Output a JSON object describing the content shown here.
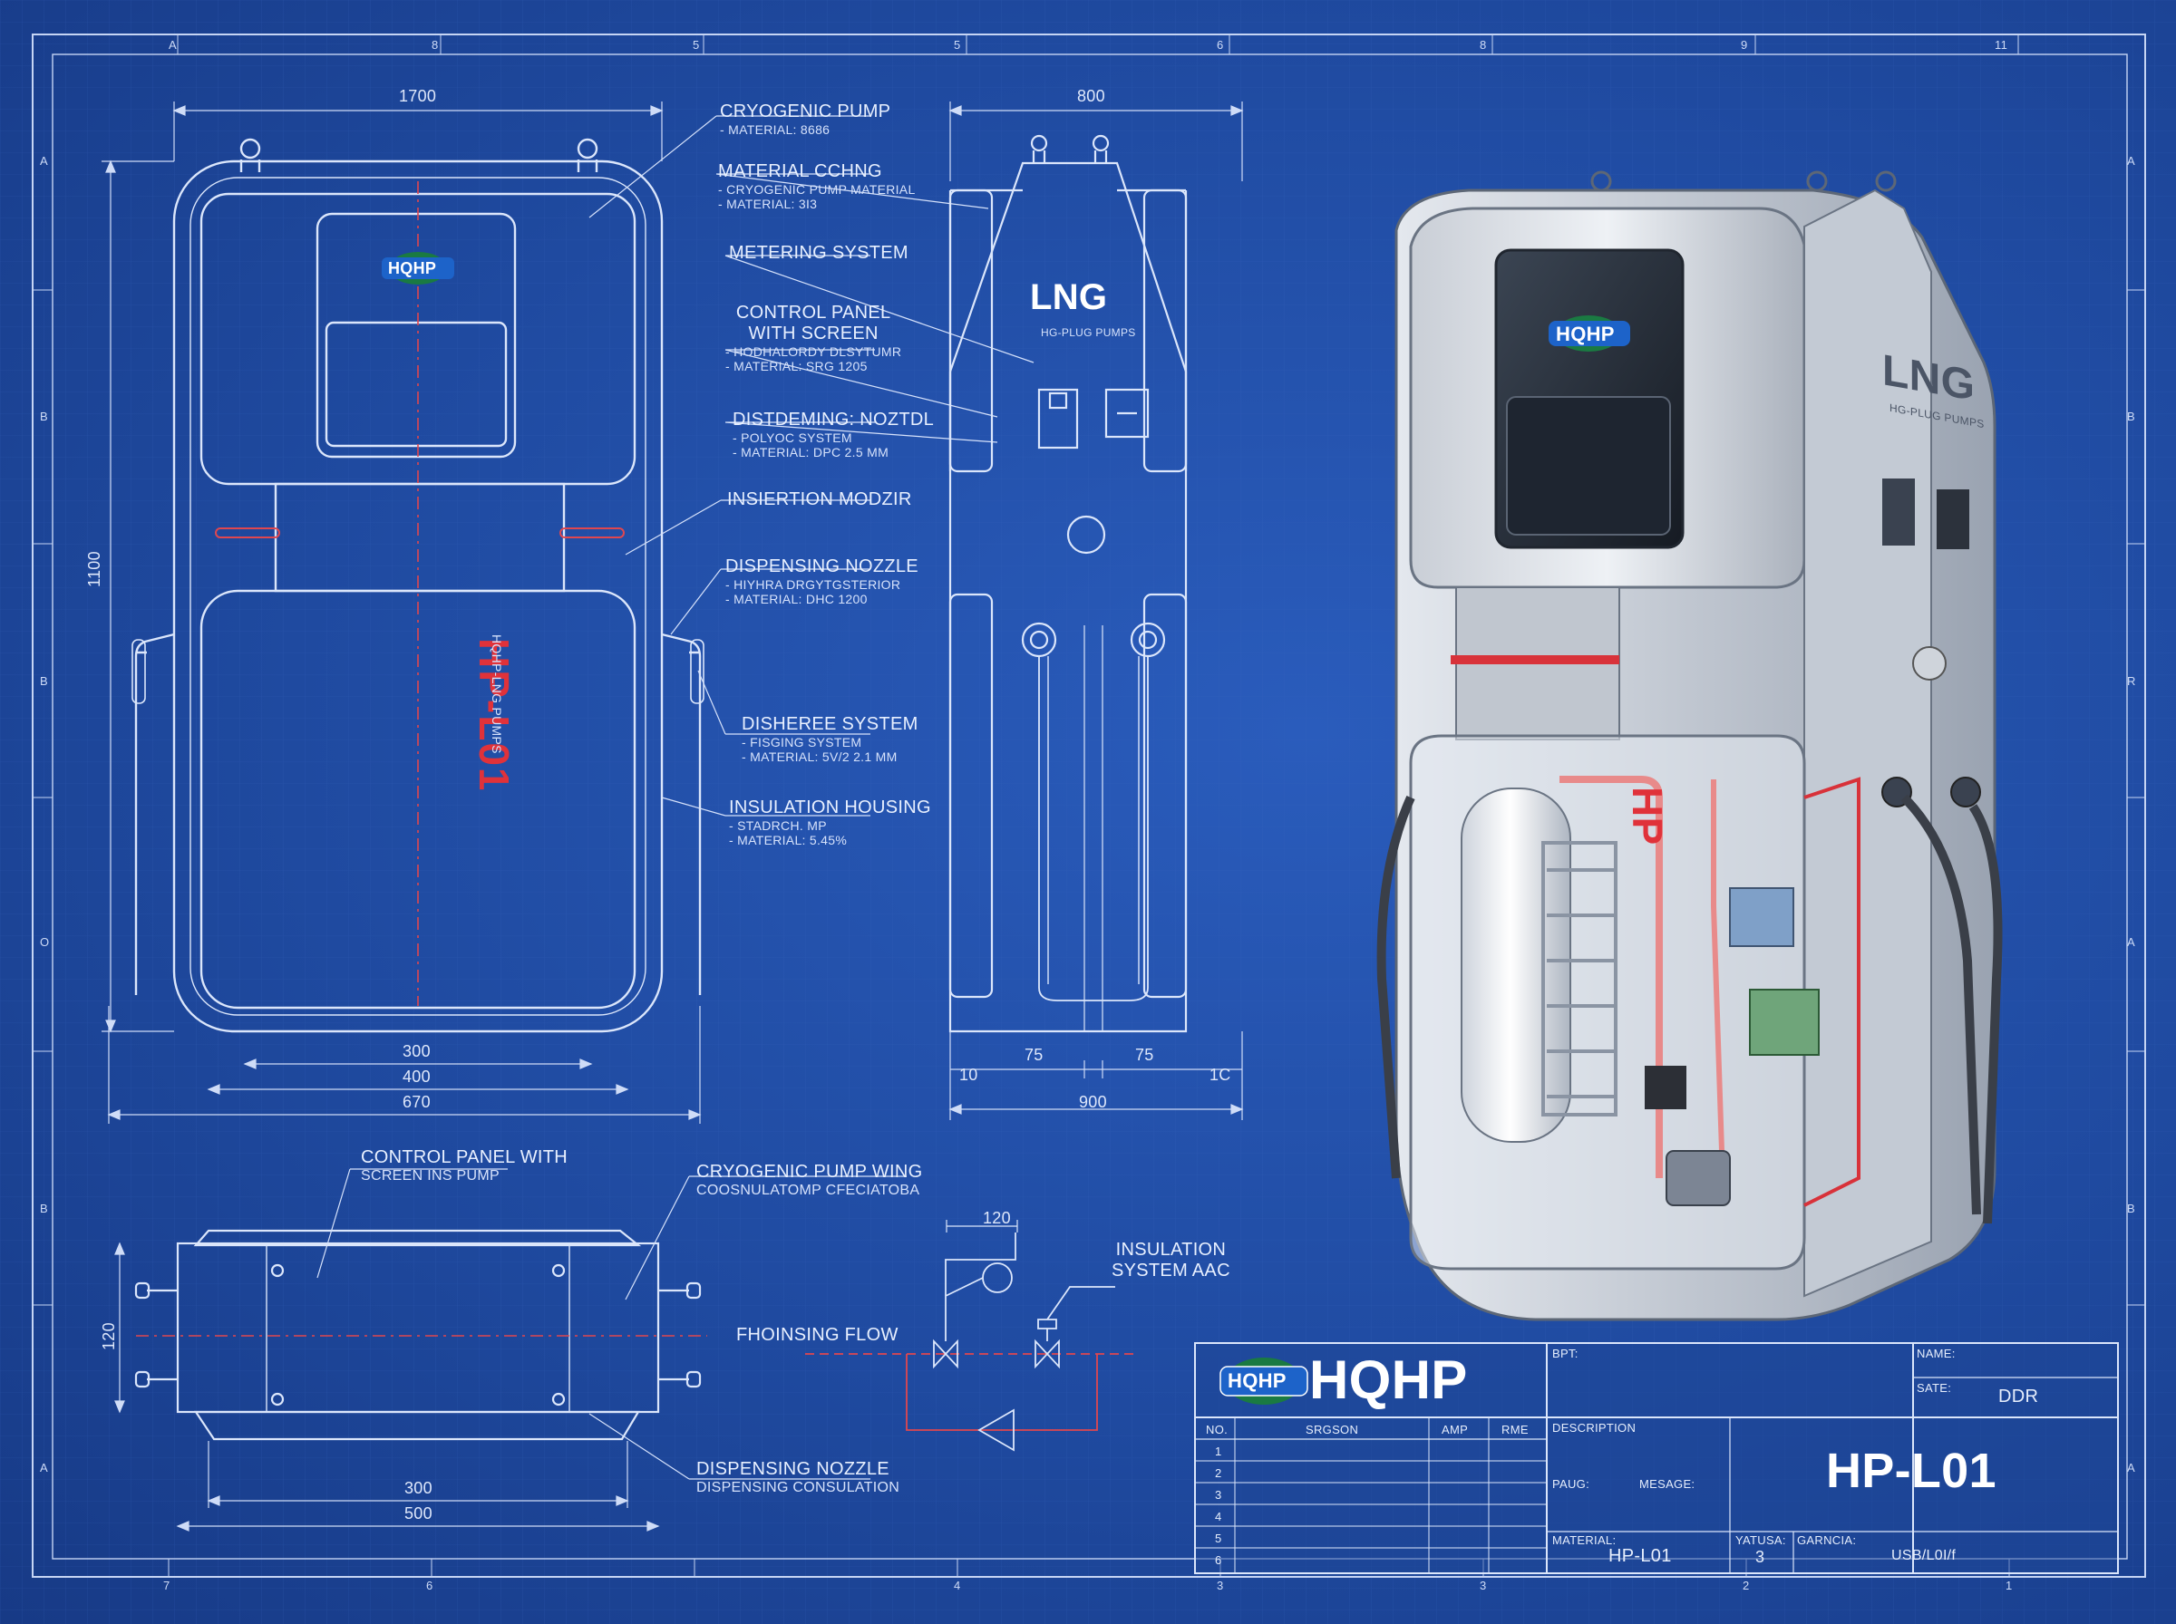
{
  "border": {
    "top": [
      "A",
      "8",
      "5",
      "5",
      "6",
      "8",
      "9",
      "11"
    ],
    "bottom": [
      "7",
      "6",
      "4",
      "3",
      "3",
      "2",
      "1"
    ],
    "left": [
      "A",
      "B",
      "B",
      "O",
      "B",
      "A"
    ],
    "right": [
      "A",
      "B",
      "R",
      "A",
      "B",
      "A"
    ]
  },
  "front_view": {
    "logo": "HQHP",
    "model": "HP-L01",
    "model_sub": "HQHP-LNG PUMPS",
    "dims": {
      "width_top": "1700",
      "height": "1100",
      "base_1": "300",
      "base_2": "400",
      "base_3": "670"
    }
  },
  "callouts": [
    {
      "title": "CRYOGENIC PUMP",
      "lines": [
        "- MATERIAL: 8686"
      ]
    },
    {
      "title": "MATERIAL CCHNG",
      "lines": [
        "- CRYOGENIC PUMP MATERIAL",
        "- MATERIAL: 3I3"
      ]
    },
    {
      "title": "METERING SYSTEM",
      "lines": []
    },
    {
      "title": "CONTROL PANEL\nWITH SCREEN",
      "lines": [
        "- HODHALORDY DLSYTUMR",
        "- MATERIAL: SRG 1205"
      ]
    },
    {
      "title": "DISTDEMING: NOZTDL",
      "lines": [
        "- POLYOC SYSTEM",
        "- MATERIAL: DPC 2.5 MM"
      ]
    },
    {
      "title": "INSIERTION MODZIR",
      "lines": []
    },
    {
      "title": "DISPENSING NOZZLE",
      "lines": [
        "- HIYHRA DRGYTGSTERIOR",
        "- MATERIAL: DHC 1200"
      ]
    },
    {
      "title": "DISHEREE SYSTEM",
      "lines": [
        "- FISGING SYSTEM",
        "- MATERIAL: 5V/2 2.1 MM"
      ]
    },
    {
      "title": "INSULATION HOUSING",
      "lines": [
        "- STADRCH. MP",
        "- MATERIAL: 5.45%"
      ]
    }
  ],
  "side_view": {
    "brand": "LNG",
    "brand_sub": "HG-PLUG PUMPS",
    "dims": {
      "top": "800",
      "seg_1": "75",
      "seg_2": "75",
      "left": "10",
      "right": "1C",
      "total": "900"
    }
  },
  "bottom_view": {
    "callout_1": {
      "title": "CONTROL PANEL WITH",
      "sub": "SCREEN INS PUMP"
    },
    "callout_2": {
      "title": "CRYOGENIC PUMP WING",
      "sub": "COOSNULATOMP CFECIATOBA"
    },
    "callout_3": {
      "title": "DISPENSING NOZZLE",
      "sub": "DISPENSING CONSULATION"
    },
    "dims": {
      "height": "120",
      "inner": "300",
      "outer": "500"
    }
  },
  "schematic": {
    "flow_label": "FHOINSING FLOW",
    "dim": "120",
    "insulation_1": "INSULATION",
    "insulation_2": "SYSTEM AAC"
  },
  "render": {
    "brand": "LNG",
    "brand_sub": "HG-PLUG PUMPS",
    "logo": "HQHP",
    "model": "HP"
  },
  "title_block": {
    "logo_badge": "HQHP",
    "logo_text": "HQHP",
    "bpt": "BPT:",
    "name_label": "NAME:",
    "date_label": "SATE:",
    "date_value": "DDR",
    "columns": [
      "NO.",
      "SRGSON",
      "AMP",
      "RME"
    ],
    "rows": [
      "1",
      "2",
      "3",
      "4",
      "5",
      "6"
    ],
    "description": "DESCRIPTION",
    "paug": "PAUG:",
    "mesage": "MESAGE:",
    "material_label": "MATERIAL:",
    "material_value": "HP-L01",
    "yatusa_label": "YATUSA:",
    "yatusa_value": "3",
    "garncia_label": "GARNCIA:",
    "garncia_value": "USB/L0I/f",
    "model_number": "HP-L01"
  }
}
